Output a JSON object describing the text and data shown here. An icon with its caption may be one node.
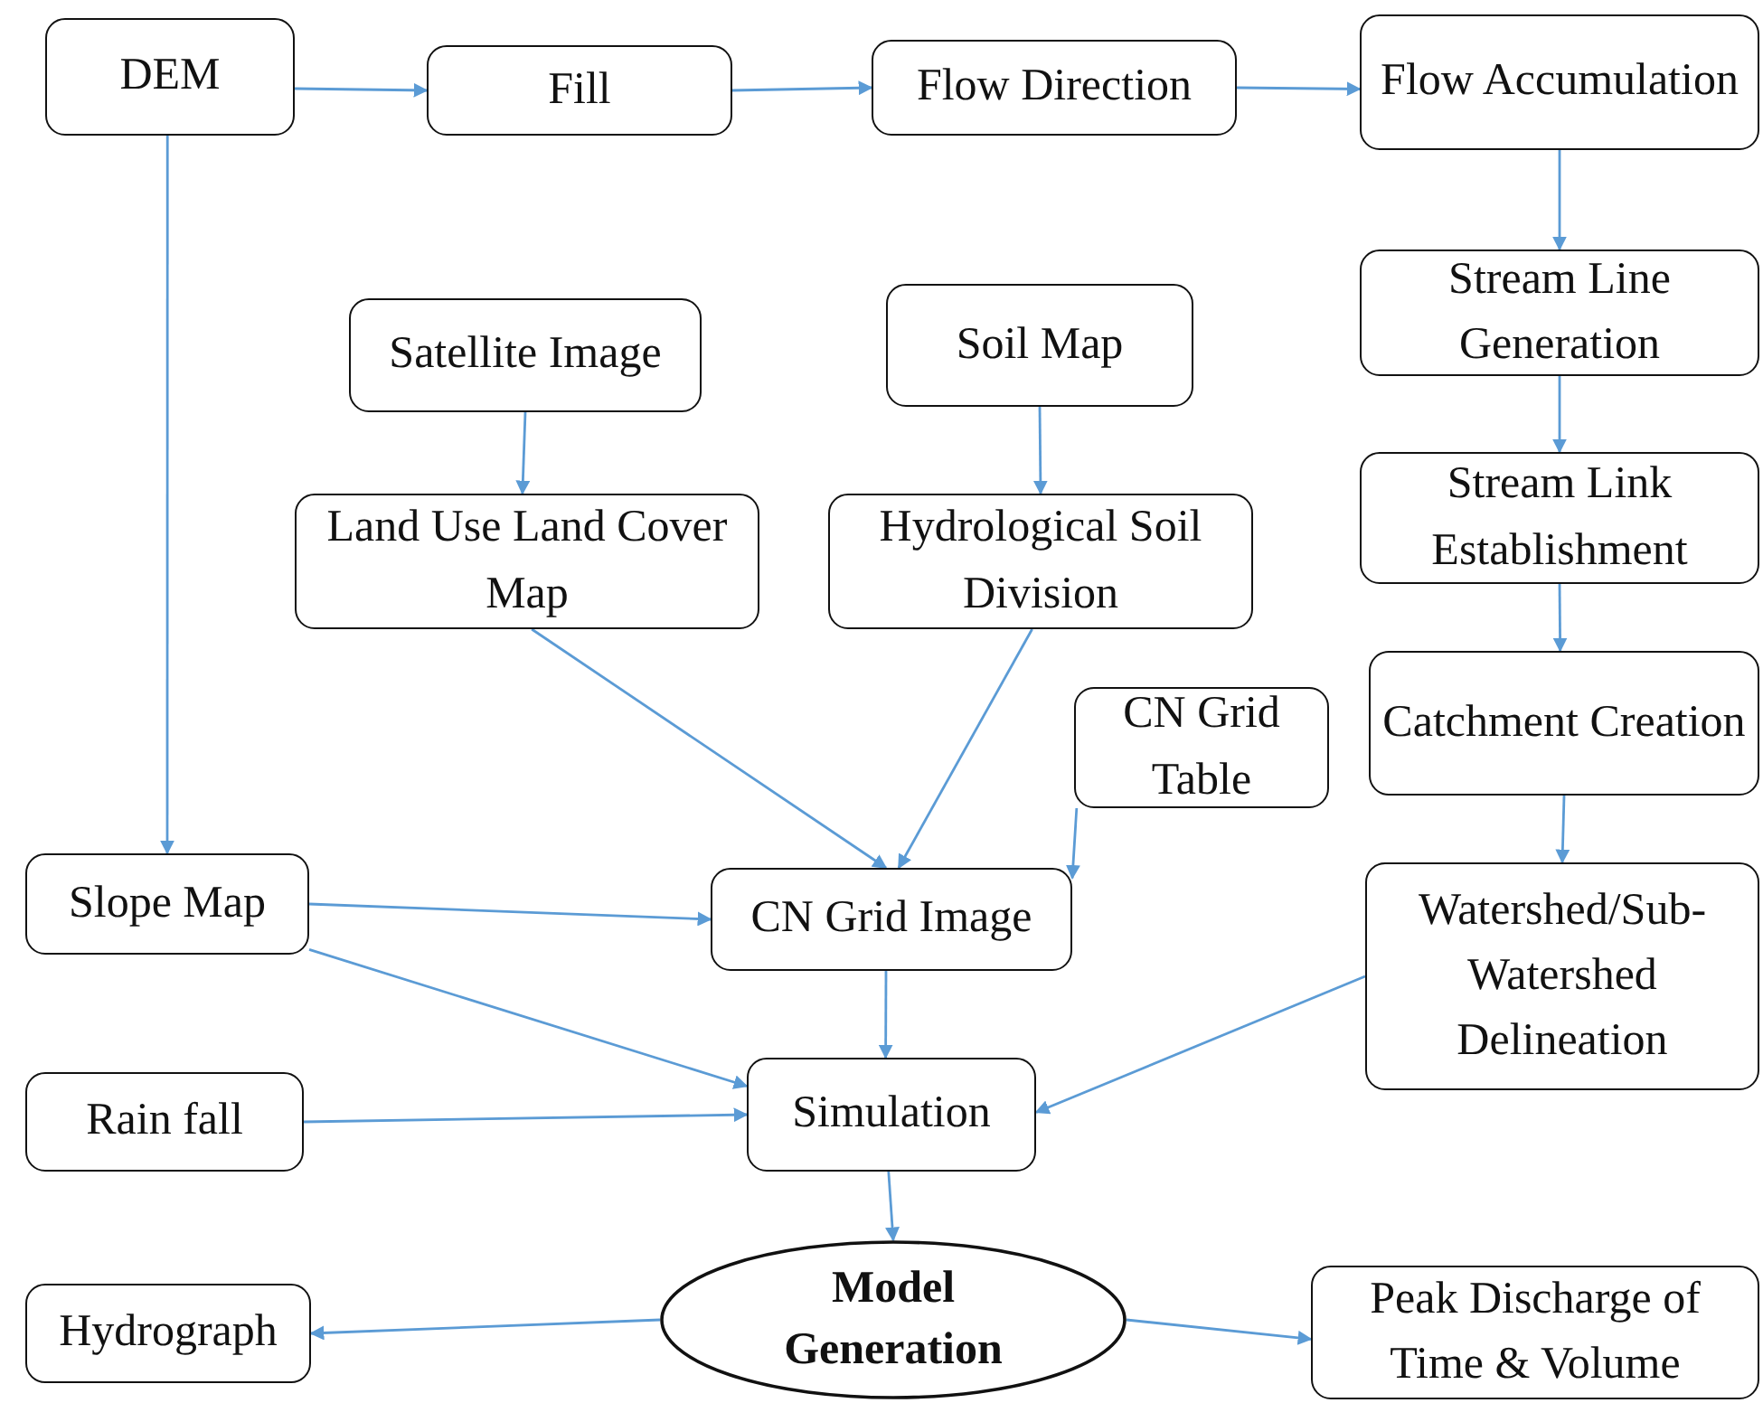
{
  "diagram": {
    "nodes": [
      {
        "text": [
          "DEM"
        ]
      },
      {
        "text": [
          "Fill"
        ]
      },
      {
        "text": [
          "Flow Direction"
        ]
      },
      {
        "text": [
          "Flow Accumulation"
        ]
      },
      {
        "text": [
          "Stream Line Generation"
        ]
      },
      {
        "text": [
          "Satellite Image"
        ]
      },
      {
        "text": [
          "Soil Map"
        ]
      },
      {
        "text": [
          "Stream Link Establishment"
        ]
      },
      {
        "text": [
          "Land Use Land Cover Map"
        ]
      },
      {
        "text": [
          "Hydrological Soil Division"
        ]
      },
      {
        "text": [
          "Catchment Creation"
        ]
      },
      {
        "text": [
          "CN Grid Table"
        ]
      },
      {
        "text": [
          "Slope Map"
        ]
      },
      {
        "text": [
          "CN Grid Image"
        ]
      },
      {
        "text": [
          "Watershed/Sub-Watershed Delineation"
        ]
      },
      {
        "text": [
          "Rain fall"
        ]
      },
      {
        "text": [
          "Simulation"
        ]
      },
      {
        "text": [
          "Model Generation"
        ]
      },
      {
        "text": [
          "Hydrograph"
        ]
      },
      {
        "text": [
          "Peak Discharge of Time & Volume"
        ]
      }
    ],
    "edges": [
      {
        "from": 0,
        "to": 1,
        "arrow": "to"
      },
      {
        "from": 1,
        "to": 2,
        "arrow": "to"
      },
      {
        "from": 2,
        "to": 3,
        "arrow": "to"
      },
      {
        "from": 3,
        "to": 4,
        "arrow": "to"
      },
      {
        "from": 4,
        "to": 7,
        "arrow": "to"
      },
      {
        "from": 7,
        "to": 10,
        "arrow": "to"
      },
      {
        "from": 10,
        "to": 14,
        "arrow": "to"
      },
      {
        "from": 0,
        "to": 12,
        "arrow": "to"
      },
      {
        "from": 5,
        "to": 8,
        "arrow": "to"
      },
      {
        "from": 6,
        "to": 9,
        "arrow": "to"
      },
      {
        "from": 8,
        "to": 13,
        "arrow": "to"
      },
      {
        "from": 9,
        "to": 13,
        "arrow": "to"
      },
      {
        "from": 11,
        "to": 13,
        "arrow": "to"
      },
      {
        "from": 12,
        "to": 13,
        "arrow": "to"
      },
      {
        "from": 12,
        "to": 16,
        "arrow": "to"
      },
      {
        "from": 13,
        "to": 16,
        "arrow": "to"
      },
      {
        "from": 14,
        "to": 16,
        "arrow": "to"
      },
      {
        "from": 15,
        "to": 16,
        "arrow": "to"
      },
      {
        "from": 16,
        "to": 17,
        "arrow": "to"
      },
      {
        "from": 17,
        "to": 18,
        "arrow": "to"
      },
      {
        "from": 17,
        "to": 19,
        "arrow": "to"
      }
    ]
  }
}
